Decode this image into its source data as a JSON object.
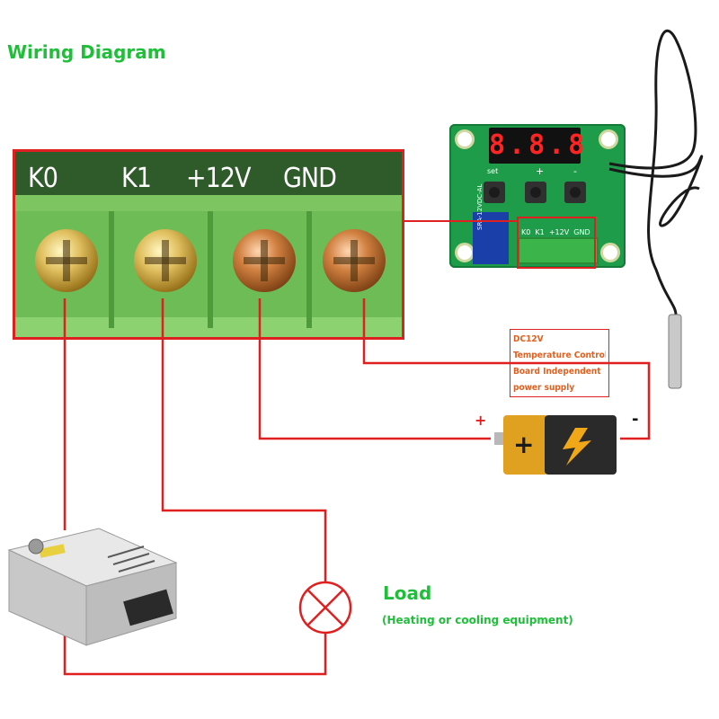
{
  "title": "Wiring Diagram",
  "terminal_labels": [
    "K0",
    "K1",
    "+12V",
    "GND"
  ],
  "board": {
    "display_value": "8.8.8",
    "set_label": "set",
    "plus_label": "+",
    "minus_label": "-",
    "terminal_labels": "K0  K1  +12V  GND",
    "relay_label": "SRA-12VDC-AL"
  },
  "power_note": {
    "line1": "DC12V",
    "line2": "Temperature Control",
    "line3": "Board Independent",
    "line4": "power supply"
  },
  "battery": {
    "plus": "+",
    "minus": "-"
  },
  "load": {
    "label": "Load",
    "description": "(Heating or cooling equipment)"
  },
  "colors": {
    "title": "#1fbf3a",
    "wire": "#e02020",
    "note_text": "#e06020",
    "terminal_green": "#6dbc55"
  }
}
